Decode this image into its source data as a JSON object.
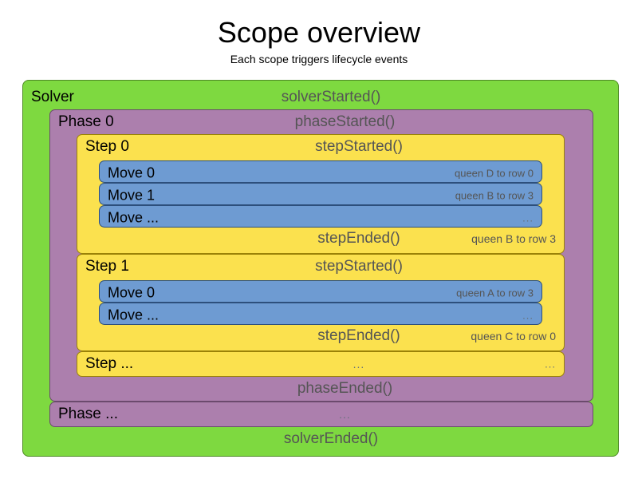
{
  "header": {
    "title": "Scope overview",
    "subtitle": "Each scope triggers lifecycle events"
  },
  "colors": {
    "solver": "#7ED940",
    "phase": "#AC7FAD",
    "step": "#FBE14E",
    "move": "#6E9BD2",
    "event_text": "#555555",
    "label_text": "#000000",
    "background": "#ffffff"
  },
  "diagram": {
    "solver": {
      "label": "Solver",
      "started_event": "solverStarted()",
      "ended_event": "solverEnded()",
      "phases": [
        {
          "label": "Phase 0",
          "started_event": "phaseStarted()",
          "ended_event": "phaseEnded()",
          "steps": [
            {
              "label": "Step 0",
              "started_event": "stepStarted()",
              "ended_event": "stepEnded()",
              "ended_value": "queen B to row 3",
              "moves": [
                {
                  "label": "Move 0",
                  "value": "queen D to row 0"
                },
                {
                  "label": "Move 1",
                  "value": "queen B to row 3"
                },
                {
                  "label": "Move ...",
                  "value": "..."
                }
              ]
            },
            {
              "label": "Step 1",
              "started_event": "stepStarted()",
              "ended_event": "stepEnded()",
              "ended_value": "queen C to row 0",
              "moves": [
                {
                  "label": "Move 0",
                  "value": "queen A to row 3"
                },
                {
                  "label": "Move ...",
                  "value": "..."
                }
              ]
            }
          ],
          "ellipsis_step": {
            "label": "Step ...",
            "event": "...",
            "value": "..."
          }
        }
      ],
      "ellipsis_phase": {
        "label": "Phase ...",
        "event": "..."
      }
    }
  }
}
